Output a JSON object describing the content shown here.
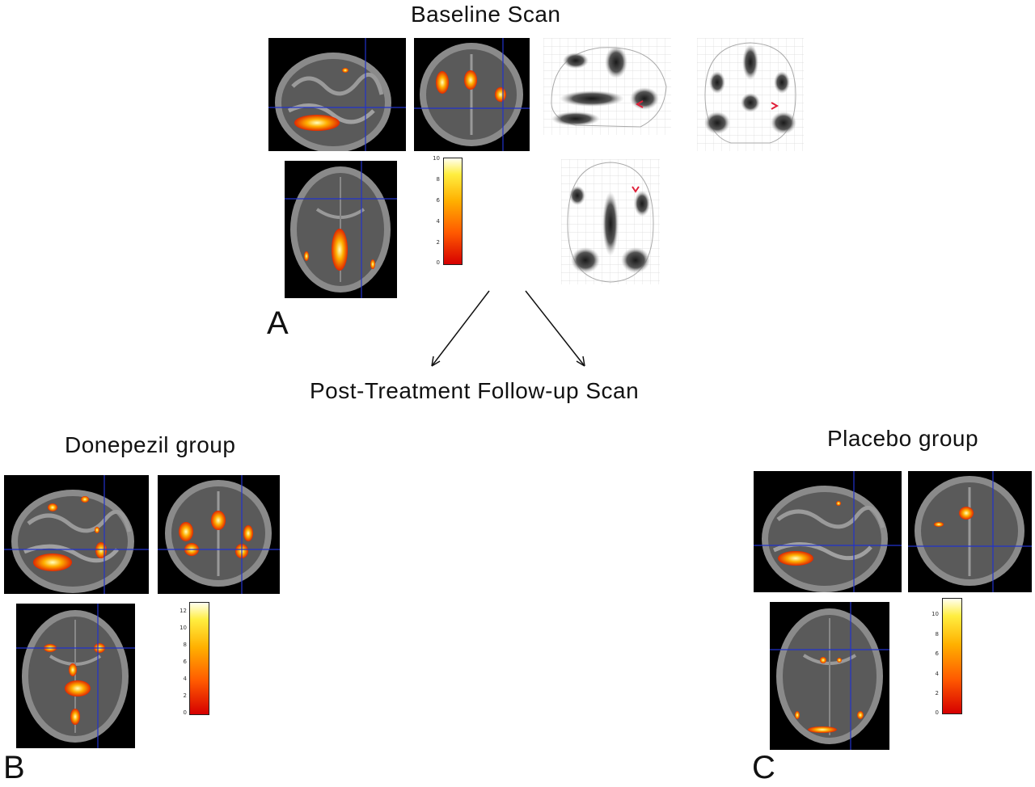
{
  "titles": {
    "baseline": "Baseline Scan",
    "followup": "Post-Treatment Follow-up Scan",
    "donepezil": "Donepezil group",
    "placebo": "Placebo group"
  },
  "panels": {
    "a": "A",
    "b": "B",
    "c": "C"
  },
  "colorbars": {
    "baseline": [
      "10",
      "8",
      "6",
      "4",
      "2",
      "0"
    ],
    "donepezil": [
      "12",
      "10",
      "8",
      "6",
      "4",
      "2",
      "0"
    ],
    "placebo": [
      "10",
      "8",
      "6",
      "4",
      "2",
      "0"
    ]
  },
  "colors": {
    "crosshair": "#2233cc",
    "activation_hot": "#ff6a00",
    "marker": "#e0203a"
  }
}
